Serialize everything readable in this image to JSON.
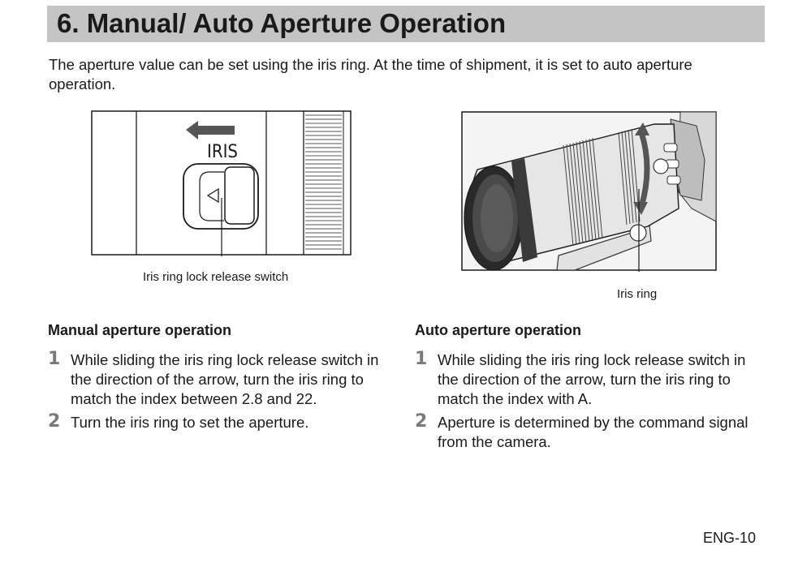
{
  "title": "6. Manual/ Auto Aperture Operation",
  "intro": "The aperture value can be set using the iris ring. At the time of shipment, it is set to auto aperture operation.",
  "figure_left": {
    "iris_label": "IRIS",
    "caption": "Iris ring lock release switch"
  },
  "figure_right": {
    "caption": "Iris ring"
  },
  "manual": {
    "heading": "Manual aperture operation",
    "steps": [
      {
        "num": "1",
        "text": "While sliding the iris ring lock release switch in the direction of the arrow, turn the iris ring to match the index between 2.8 and 22."
      },
      {
        "num": "2",
        "text": "Turn the iris ring to set the aperture."
      }
    ]
  },
  "auto": {
    "heading": "Auto aperture operation",
    "steps": [
      {
        "num": "1",
        "text": "While sliding the iris ring lock release switch in the direction of the arrow, turn the iris ring to match the index with A."
      },
      {
        "num": "2",
        "text": "Aperture is determined by the command signal from the camera."
      }
    ]
  },
  "page_number": "ENG-10",
  "colors": {
    "title_bar": "#c4c4c4",
    "step_number": "#7a7a7a",
    "arrow": "#555555"
  }
}
